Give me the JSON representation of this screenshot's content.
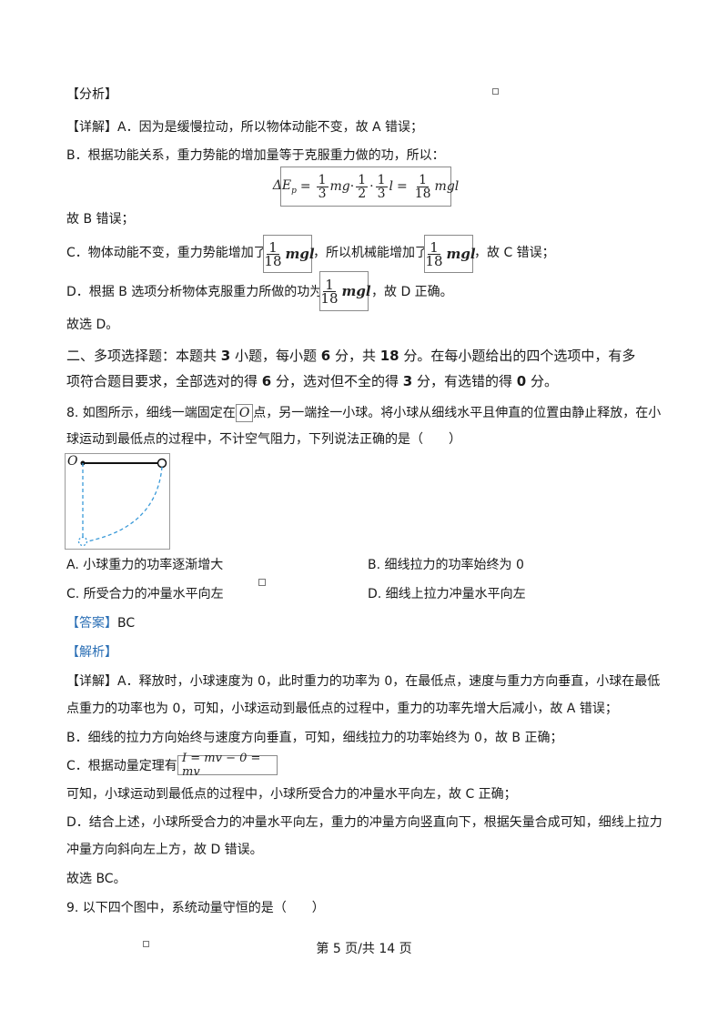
{
  "analysis_tag_1": "【分析】",
  "detail_tag_1": "【详解】",
  "q7": {
    "a_text": "A．因为是缓慢拉动，所以物体动能不变，故 A 错误；",
    "b_text": "B．根据功能关系，重力势能的增加量等于克服重力做的功，所以：",
    "eq_main_lhs": "ΔE",
    "eq_main_sub": "p",
    "eq_main_eq": "=",
    "eq_n1": "1",
    "eq_d1": "3",
    "eq_mg": "mg",
    "eq_dot1": "·",
    "eq_n2": "1",
    "eq_d2": "2",
    "eq_dot2": "·",
    "eq_n3": "1",
    "eq_d3": "3",
    "eq_l": "l",
    "eq_eq2": "=",
    "eq_n4": "1",
    "eq_d4": "18",
    "eq_mgl": "mgl",
    "b_conclusion": "故 B 错误；",
    "c_text_1": "C．物体动能不变，重力势能增加了",
    "c_text_2": "，所以机械能增加了",
    "c_text_3": "，故 C 错误；",
    "d_text_1": "D．根据 B 选项分析物体克服重力所做的功为",
    "d_text_2": "，故 D 正确。",
    "frac_num": "1",
    "frac_den": "18",
    "frac_var": "mgl",
    "choice": "故选 D。"
  },
  "section2": {
    "line1_pre": "二、多项选择题：本题共 ",
    "n1": "3",
    "line1_mid1": " 小题，每小题 ",
    "n2": "6",
    "line1_mid2": " 分，共 ",
    "n3": "18",
    "line1_post": " 分。在每小题给出的四个选项中，有多",
    "line2_pre": "项符合题目要求，全部选对的得 ",
    "n4": "6",
    "line2_mid1": " 分，选对但不全的得 ",
    "n5": "3",
    "line2_mid2": " 分，有选错的得 ",
    "n6": "0",
    "line2_post": " 分。"
  },
  "q8": {
    "stem_1a": "8. 如图所示，细线一端固定在",
    "stem_o": "O",
    "stem_1b": "点，另一端拴一小球。将小球从细线水平且伸直的位置由静止释放，在小",
    "stem_2": "球运动到最低点的过程中，不计空气阻力，下列说法正确的是（　　）",
    "fig_label_o": "O",
    "opt_a": "A. 小球重力的功率逐渐增大",
    "opt_b": "B. 细线拉力的功率始终为 0",
    "opt_c": "C. 所受合力的冲量水平向左",
    "opt_d": "D. 细线上拉力冲量水平向左",
    "answer_tag": "【答案】",
    "answer": "BC",
    "analysis_tag": "【解析】",
    "detail_tag": "【详解】",
    "a_line1": "A．释放时，小球速度为 0，此时重力的功率为 0，在最低点，速度与重力方向垂直，小球在最低",
    "a_line2": "点重力的功率也为 0，可知，小球运动到最低点的过程中，重力的功率先增大后减小，故 A 错误；",
    "b_line": "B．细线的拉力方向始终与速度方向垂直，可知，细线拉力的功率始终为 0，故 B 正确；",
    "c_line": "C．根据动量定理有",
    "c_eq": "I = mv − 0 = mv",
    "c_line2": "可知，小球运动到最低点的过程中，小球所受合力的冲量水平向左，故 C 正确；",
    "d_line1": "D．结合上述，小球所受合力的冲量水平向左，重力的冲量方向竖直向下，根据矢量合成可知，细线上拉力",
    "d_line2": "冲量方向斜向左上方，故 D 错误。",
    "choice": "故选 BC。"
  },
  "q9": {
    "stem": "9. 以下四个图中，系统动量守恒的是（　　）"
  },
  "footer": "第 5 页/共 14 页"
}
